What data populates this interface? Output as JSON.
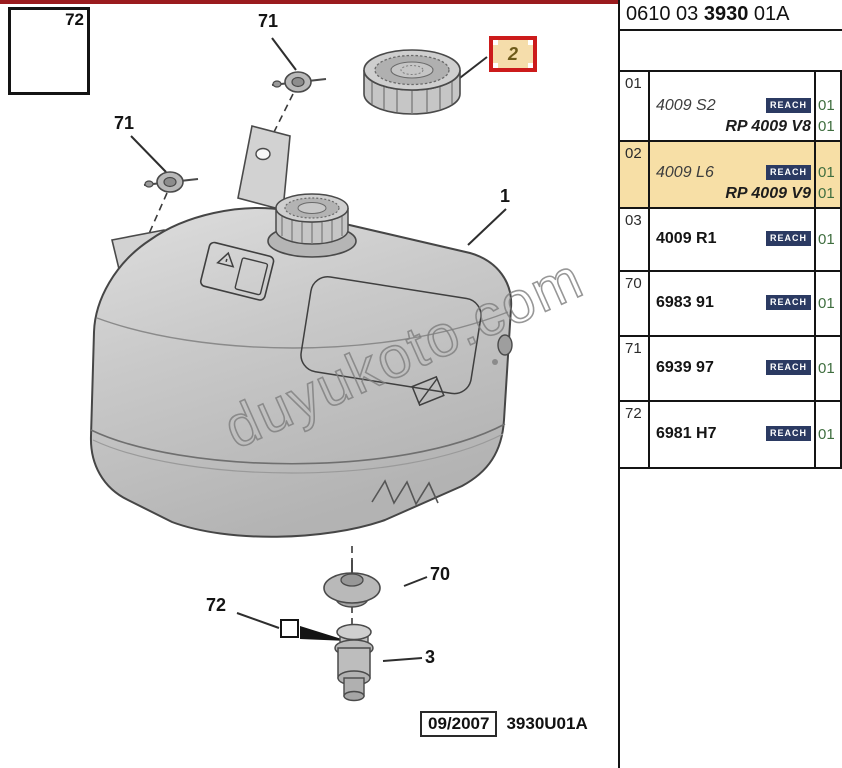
{
  "colors": {
    "top_line": "#9a1b1e",
    "row_highlight": "#f7dfa6",
    "reach_badge_bg": "#2b3a62",
    "quantity_text": "#3f6e3f",
    "callout_box_border": "#cc1b1b",
    "callout_box_bg": "#f5ddab"
  },
  "header": {
    "code_prefix": "0610 03 ",
    "code_bold": "3930",
    "code_suffix": " 01A"
  },
  "diagram": {
    "inset_label": "72",
    "callout_71_top": "71",
    "callout_71_left": "71",
    "callout_2": "2",
    "callout_1": "1",
    "callout_70": "70",
    "callout_72": "72",
    "callout_3": "3",
    "watermark": "duyukoto.com",
    "footer_date": "09/2007",
    "footer_code": "3930U01A"
  },
  "table": {
    "reach_label": "REACH",
    "rows": [
      {
        "ref": "01",
        "part": "4009 S2",
        "qty": "01",
        "alt_part": "RP 4009 V8",
        "alt_qty": "01"
      },
      {
        "ref": "02",
        "part": "4009 L6",
        "qty": "01",
        "alt_part": "RP 4009 V9",
        "alt_qty": "01"
      },
      {
        "ref": "03",
        "part": "4009 R1",
        "qty": "01"
      },
      {
        "ref": "70",
        "part": "6983 91",
        "qty": "01"
      },
      {
        "ref": "71",
        "part": "6939 97",
        "qty": "01"
      },
      {
        "ref": "72",
        "part": "6981 H7",
        "qty": "01"
      }
    ]
  }
}
